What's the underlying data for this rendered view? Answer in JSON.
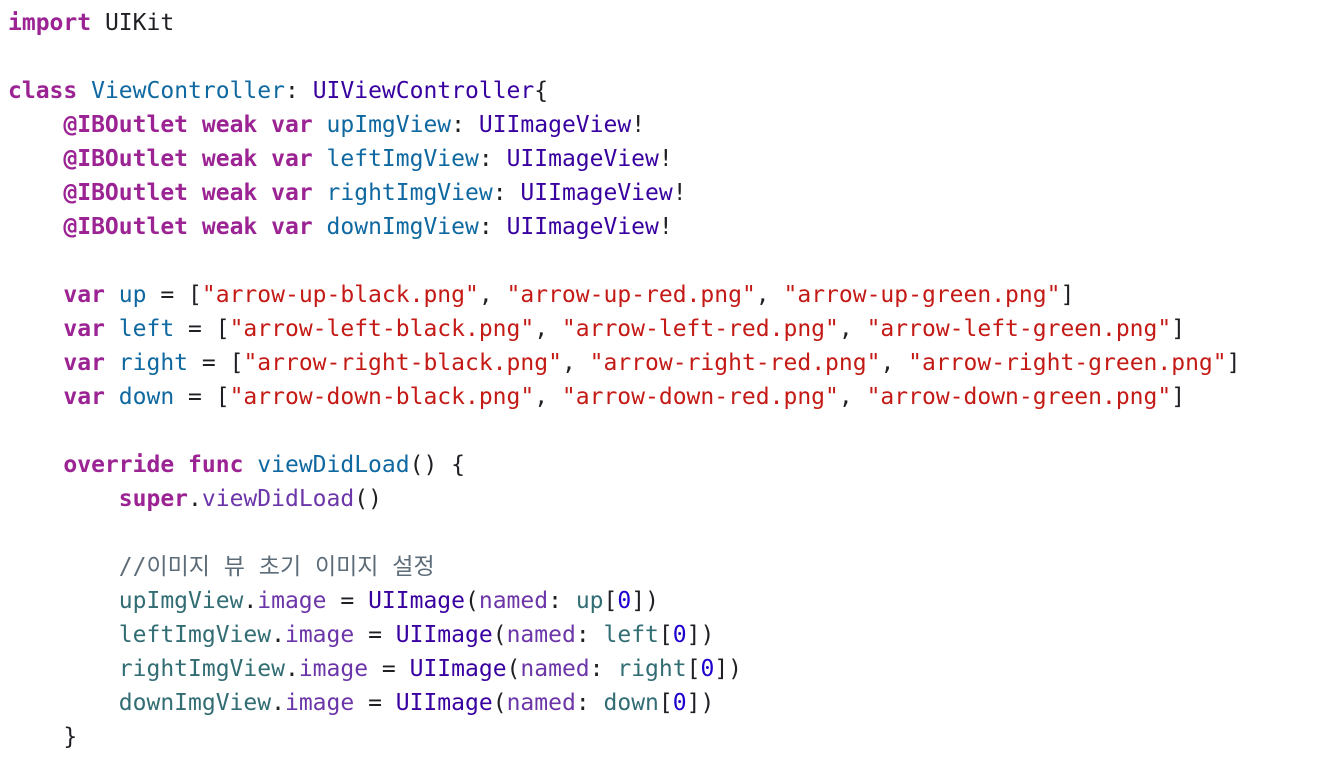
{
  "colors": {
    "background": "#ffffff",
    "keyword": "#9b2393",
    "type": "#3900a0",
    "declaration": "#0f68a0",
    "string": "#c41a16",
    "identifier": "#326d74",
    "member": "#6c36a9",
    "number": "#1c00cf",
    "comment": "#5d6c79",
    "plain": "#1f1f24"
  },
  "code_lines": [
    [
      [
        "keyword",
        "import"
      ],
      [
        "plain",
        " UIKit"
      ]
    ],
    [],
    [
      [
        "keyword",
        "class"
      ],
      [
        "plain",
        " "
      ],
      [
        "type-decl",
        "ViewController"
      ],
      [
        "plain",
        ": "
      ],
      [
        "type",
        "UIViewController"
      ],
      [
        "plain",
        "{"
      ]
    ],
    [
      [
        "plain",
        "    "
      ],
      [
        "keyword",
        "@IBOutlet"
      ],
      [
        "plain",
        " "
      ],
      [
        "keyword",
        "weak"
      ],
      [
        "plain",
        " "
      ],
      [
        "keyword",
        "var"
      ],
      [
        "plain",
        " "
      ],
      [
        "decl",
        "upImgView"
      ],
      [
        "plain",
        ": "
      ],
      [
        "type",
        "UIImageView"
      ],
      [
        "plain",
        "!"
      ]
    ],
    [
      [
        "plain",
        "    "
      ],
      [
        "keyword",
        "@IBOutlet"
      ],
      [
        "plain",
        " "
      ],
      [
        "keyword",
        "weak"
      ],
      [
        "plain",
        " "
      ],
      [
        "keyword",
        "var"
      ],
      [
        "plain",
        " "
      ],
      [
        "decl",
        "leftImgView"
      ],
      [
        "plain",
        ": "
      ],
      [
        "type",
        "UIImageView"
      ],
      [
        "plain",
        "!"
      ]
    ],
    [
      [
        "plain",
        "    "
      ],
      [
        "keyword",
        "@IBOutlet"
      ],
      [
        "plain",
        " "
      ],
      [
        "keyword",
        "weak"
      ],
      [
        "plain",
        " "
      ],
      [
        "keyword",
        "var"
      ],
      [
        "plain",
        " "
      ],
      [
        "decl",
        "rightImgView"
      ],
      [
        "plain",
        ": "
      ],
      [
        "type",
        "UIImageView"
      ],
      [
        "plain",
        "!"
      ]
    ],
    [
      [
        "plain",
        "    "
      ],
      [
        "keyword",
        "@IBOutlet"
      ],
      [
        "plain",
        " "
      ],
      [
        "keyword",
        "weak"
      ],
      [
        "plain",
        " "
      ],
      [
        "keyword",
        "var"
      ],
      [
        "plain",
        " "
      ],
      [
        "decl",
        "downImgView"
      ],
      [
        "plain",
        ": "
      ],
      [
        "type",
        "UIImageView"
      ],
      [
        "plain",
        "!"
      ]
    ],
    [],
    [
      [
        "plain",
        "    "
      ],
      [
        "keyword",
        "var"
      ],
      [
        "plain",
        " "
      ],
      [
        "decl",
        "up"
      ],
      [
        "plain",
        " = ["
      ],
      [
        "string",
        "\"arrow-up-black.png\""
      ],
      [
        "plain",
        ", "
      ],
      [
        "string",
        "\"arrow-up-red.png\""
      ],
      [
        "plain",
        ", "
      ],
      [
        "string",
        "\"arrow-up-green.png\""
      ],
      [
        "plain",
        "]"
      ]
    ],
    [
      [
        "plain",
        "    "
      ],
      [
        "keyword",
        "var"
      ],
      [
        "plain",
        " "
      ],
      [
        "decl",
        "left"
      ],
      [
        "plain",
        " = ["
      ],
      [
        "string",
        "\"arrow-left-black.png\""
      ],
      [
        "plain",
        ", "
      ],
      [
        "string",
        "\"arrow-left-red.png\""
      ],
      [
        "plain",
        ", "
      ],
      [
        "string",
        "\"arrow-left-green.png\""
      ],
      [
        "plain",
        "]"
      ]
    ],
    [
      [
        "plain",
        "    "
      ],
      [
        "keyword",
        "var"
      ],
      [
        "plain",
        " "
      ],
      [
        "decl",
        "right"
      ],
      [
        "plain",
        " = ["
      ],
      [
        "string",
        "\"arrow-right-black.png\""
      ],
      [
        "plain",
        ", "
      ],
      [
        "string",
        "\"arrow-right-red.png\""
      ],
      [
        "plain",
        ", "
      ],
      [
        "string",
        "\"arrow-right-green.png\""
      ],
      [
        "plain",
        "]"
      ]
    ],
    [
      [
        "plain",
        "    "
      ],
      [
        "keyword",
        "var"
      ],
      [
        "plain",
        " "
      ],
      [
        "decl",
        "down"
      ],
      [
        "plain",
        " = ["
      ],
      [
        "string",
        "\"arrow-down-black.png\""
      ],
      [
        "plain",
        ", "
      ],
      [
        "string",
        "\"arrow-down-red.png\""
      ],
      [
        "plain",
        ", "
      ],
      [
        "string",
        "\"arrow-down-green.png\""
      ],
      [
        "plain",
        "]"
      ]
    ],
    [],
    [
      [
        "plain",
        "    "
      ],
      [
        "keyword",
        "override"
      ],
      [
        "plain",
        " "
      ],
      [
        "keyword",
        "func"
      ],
      [
        "plain",
        " "
      ],
      [
        "decl",
        "viewDidLoad"
      ],
      [
        "plain",
        "() {"
      ]
    ],
    [
      [
        "plain",
        "        "
      ],
      [
        "keyword",
        "super"
      ],
      [
        "plain",
        "."
      ],
      [
        "member",
        "viewDidLoad"
      ],
      [
        "plain",
        "()"
      ]
    ],
    [],
    [
      [
        "plain",
        "        "
      ],
      [
        "comment",
        "//이미지 뷰 초기 이미지 설정"
      ]
    ],
    [
      [
        "plain",
        "        "
      ],
      [
        "ident",
        "upImgView"
      ],
      [
        "plain",
        "."
      ],
      [
        "member",
        "image"
      ],
      [
        "plain",
        " = "
      ],
      [
        "type",
        "UIImage"
      ],
      [
        "plain",
        "("
      ],
      [
        "member",
        "named"
      ],
      [
        "plain",
        ": "
      ],
      [
        "ident",
        "up"
      ],
      [
        "plain",
        "["
      ],
      [
        "number",
        "0"
      ],
      [
        "plain",
        "])"
      ]
    ],
    [
      [
        "plain",
        "        "
      ],
      [
        "ident",
        "leftImgView"
      ],
      [
        "plain",
        "."
      ],
      [
        "member",
        "image"
      ],
      [
        "plain",
        " = "
      ],
      [
        "type",
        "UIImage"
      ],
      [
        "plain",
        "("
      ],
      [
        "member",
        "named"
      ],
      [
        "plain",
        ": "
      ],
      [
        "ident",
        "left"
      ],
      [
        "plain",
        "["
      ],
      [
        "number",
        "0"
      ],
      [
        "plain",
        "])"
      ]
    ],
    [
      [
        "plain",
        "        "
      ],
      [
        "ident",
        "rightImgView"
      ],
      [
        "plain",
        "."
      ],
      [
        "member",
        "image"
      ],
      [
        "plain",
        " = "
      ],
      [
        "type",
        "UIImage"
      ],
      [
        "plain",
        "("
      ],
      [
        "member",
        "named"
      ],
      [
        "plain",
        ": "
      ],
      [
        "ident",
        "right"
      ],
      [
        "plain",
        "["
      ],
      [
        "number",
        "0"
      ],
      [
        "plain",
        "])"
      ]
    ],
    [
      [
        "plain",
        "        "
      ],
      [
        "ident",
        "downImgView"
      ],
      [
        "plain",
        "."
      ],
      [
        "member",
        "image"
      ],
      [
        "plain",
        " = "
      ],
      [
        "type",
        "UIImage"
      ],
      [
        "plain",
        "("
      ],
      [
        "member",
        "named"
      ],
      [
        "plain",
        ": "
      ],
      [
        "ident",
        "down"
      ],
      [
        "plain",
        "["
      ],
      [
        "number",
        "0"
      ],
      [
        "plain",
        "])"
      ]
    ],
    [
      [
        "plain",
        "    }"
      ]
    ]
  ]
}
